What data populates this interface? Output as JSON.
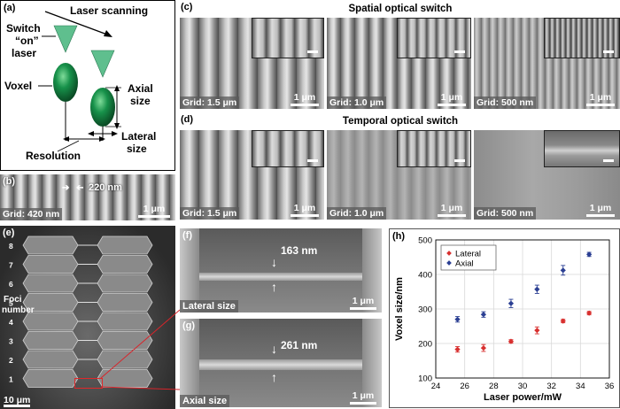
{
  "panel_a": {
    "label": "(a)",
    "laser_scanning": "Laser scanning",
    "switch_on_laser": [
      "Switch",
      "“on”",
      "laser"
    ],
    "voxel": "Voxel",
    "axial_size": [
      "Axial",
      "size"
    ],
    "lateral_size": [
      "Lateral",
      "size"
    ],
    "resolution": "Resolution"
  },
  "panel_b": {
    "label": "(b)",
    "measure": "220 nm",
    "grid": "Grid: 420 nm",
    "scale": "1 μm"
  },
  "panel_c": {
    "label": "(c)",
    "title": "Spatial optical switch",
    "images": [
      {
        "grid": "Grid: 1.5 μm",
        "scale": "1 μm"
      },
      {
        "grid": "Grid: 1.0 μm",
        "scale": "1 μm"
      },
      {
        "grid": "Grid: 500 nm",
        "scale": "1 μm"
      }
    ]
  },
  "panel_d": {
    "label": "(d)",
    "title": "Temporal optical switch",
    "images": [
      {
        "grid": "Grid: 1.5 μm",
        "scale": "1 μm"
      },
      {
        "grid": "Grid: 1.0 μm",
        "scale": "1 μm"
      },
      {
        "grid": "Grid: 500 nm",
        "scale": "1 μm"
      }
    ]
  },
  "panel_e": {
    "label": "(e)",
    "foci_label": [
      "Foci",
      "number"
    ],
    "numbers": [
      "8",
      "7",
      "6",
      "5",
      "4",
      "3",
      "2",
      "1"
    ],
    "scale": "10 μm"
  },
  "panel_f": {
    "label": "(f)",
    "measure": "163 nm",
    "caption": "Lateral size",
    "scale": "1 μm"
  },
  "panel_g": {
    "label": "(g)",
    "measure": "261 nm",
    "caption": "Axial size",
    "scale": "1 μm"
  },
  "panel_h": {
    "label": "(h)"
  },
  "chart_data": {
    "type": "scatter",
    "xlabel": "Laser power/mW",
    "ylabel": "Voxel size/nm",
    "xlim": [
      24,
      36
    ],
    "ylim": [
      100,
      500
    ],
    "xticks": [
      24,
      26,
      28,
      30,
      32,
      34,
      36
    ],
    "yticks": [
      100,
      200,
      300,
      400,
      500
    ],
    "grid": true,
    "legend_position": "top-left",
    "series": [
      {
        "name": "Lateral",
        "color": "#d8302f",
        "x": [
          25.5,
          27.3,
          29.2,
          31.0,
          32.8,
          34.6
        ],
        "y": [
          183,
          187,
          206,
          238,
          265,
          288
        ],
        "err": [
          8,
          10,
          5,
          10,
          5,
          5
        ]
      },
      {
        "name": "Axial",
        "color": "#2b3f93",
        "x": [
          25.5,
          27.3,
          29.2,
          31.0,
          32.8,
          34.6
        ],
        "y": [
          270,
          284,
          316,
          357,
          412,
          458
        ],
        "err": [
          8,
          8,
          12,
          12,
          14,
          6
        ]
      }
    ]
  }
}
